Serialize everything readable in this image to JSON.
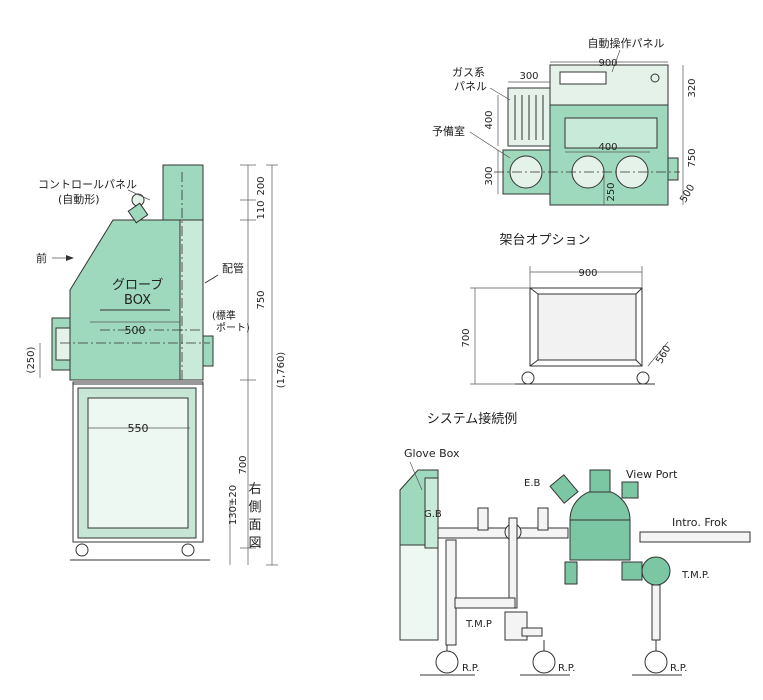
{
  "left_view": {
    "labels": {
      "control_panel": "コントロールパネル",
      "control_panel_sub": "(自動形)",
      "front": "前",
      "piping": "配管",
      "glove_box_1": "グローブ",
      "glove_box_2": "BOX",
      "std_port_1": "(標準",
      "std_port_2": "ポート)",
      "side_view_1": "右",
      "side_view_2": "側",
      "side_view_3": "面",
      "side_view_4": "図"
    },
    "dims": {
      "d200": "200",
      "d110": "110",
      "d750": "750",
      "d700": "700",
      "d1760": "(1,760)",
      "d130": "130±20",
      "d500": "500",
      "d250": "(250)",
      "d550": "550"
    }
  },
  "top_view": {
    "labels": {
      "auto_panel": "自動操作パネル",
      "gas_panel_1": "ガス系",
      "gas_panel_2": "パネル",
      "antechamber": "予備室"
    },
    "dims": {
      "d900": "900",
      "d300a": "300",
      "d320": "320",
      "d400a": "400",
      "d400b": "400",
      "d750": "750",
      "d300b": "300",
      "d250": "250",
      "d500": "500"
    }
  },
  "stand_option": {
    "title": "架台オプション",
    "dims": {
      "d900": "900",
      "d700": "700",
      "d560": "560"
    }
  },
  "system_example": {
    "title": "システム接続例",
    "labels": {
      "glove_box": "Glove Box",
      "gb": "G.B",
      "eb": "E.B",
      "view_port": "View Port",
      "intro_frok": "Intro. Frok",
      "tmp_right": "T.M.P.",
      "tmp_left": "T.M.P",
      "rp1": "R.P.",
      "rp2": "R.P.",
      "rp3": "R.P."
    }
  }
}
